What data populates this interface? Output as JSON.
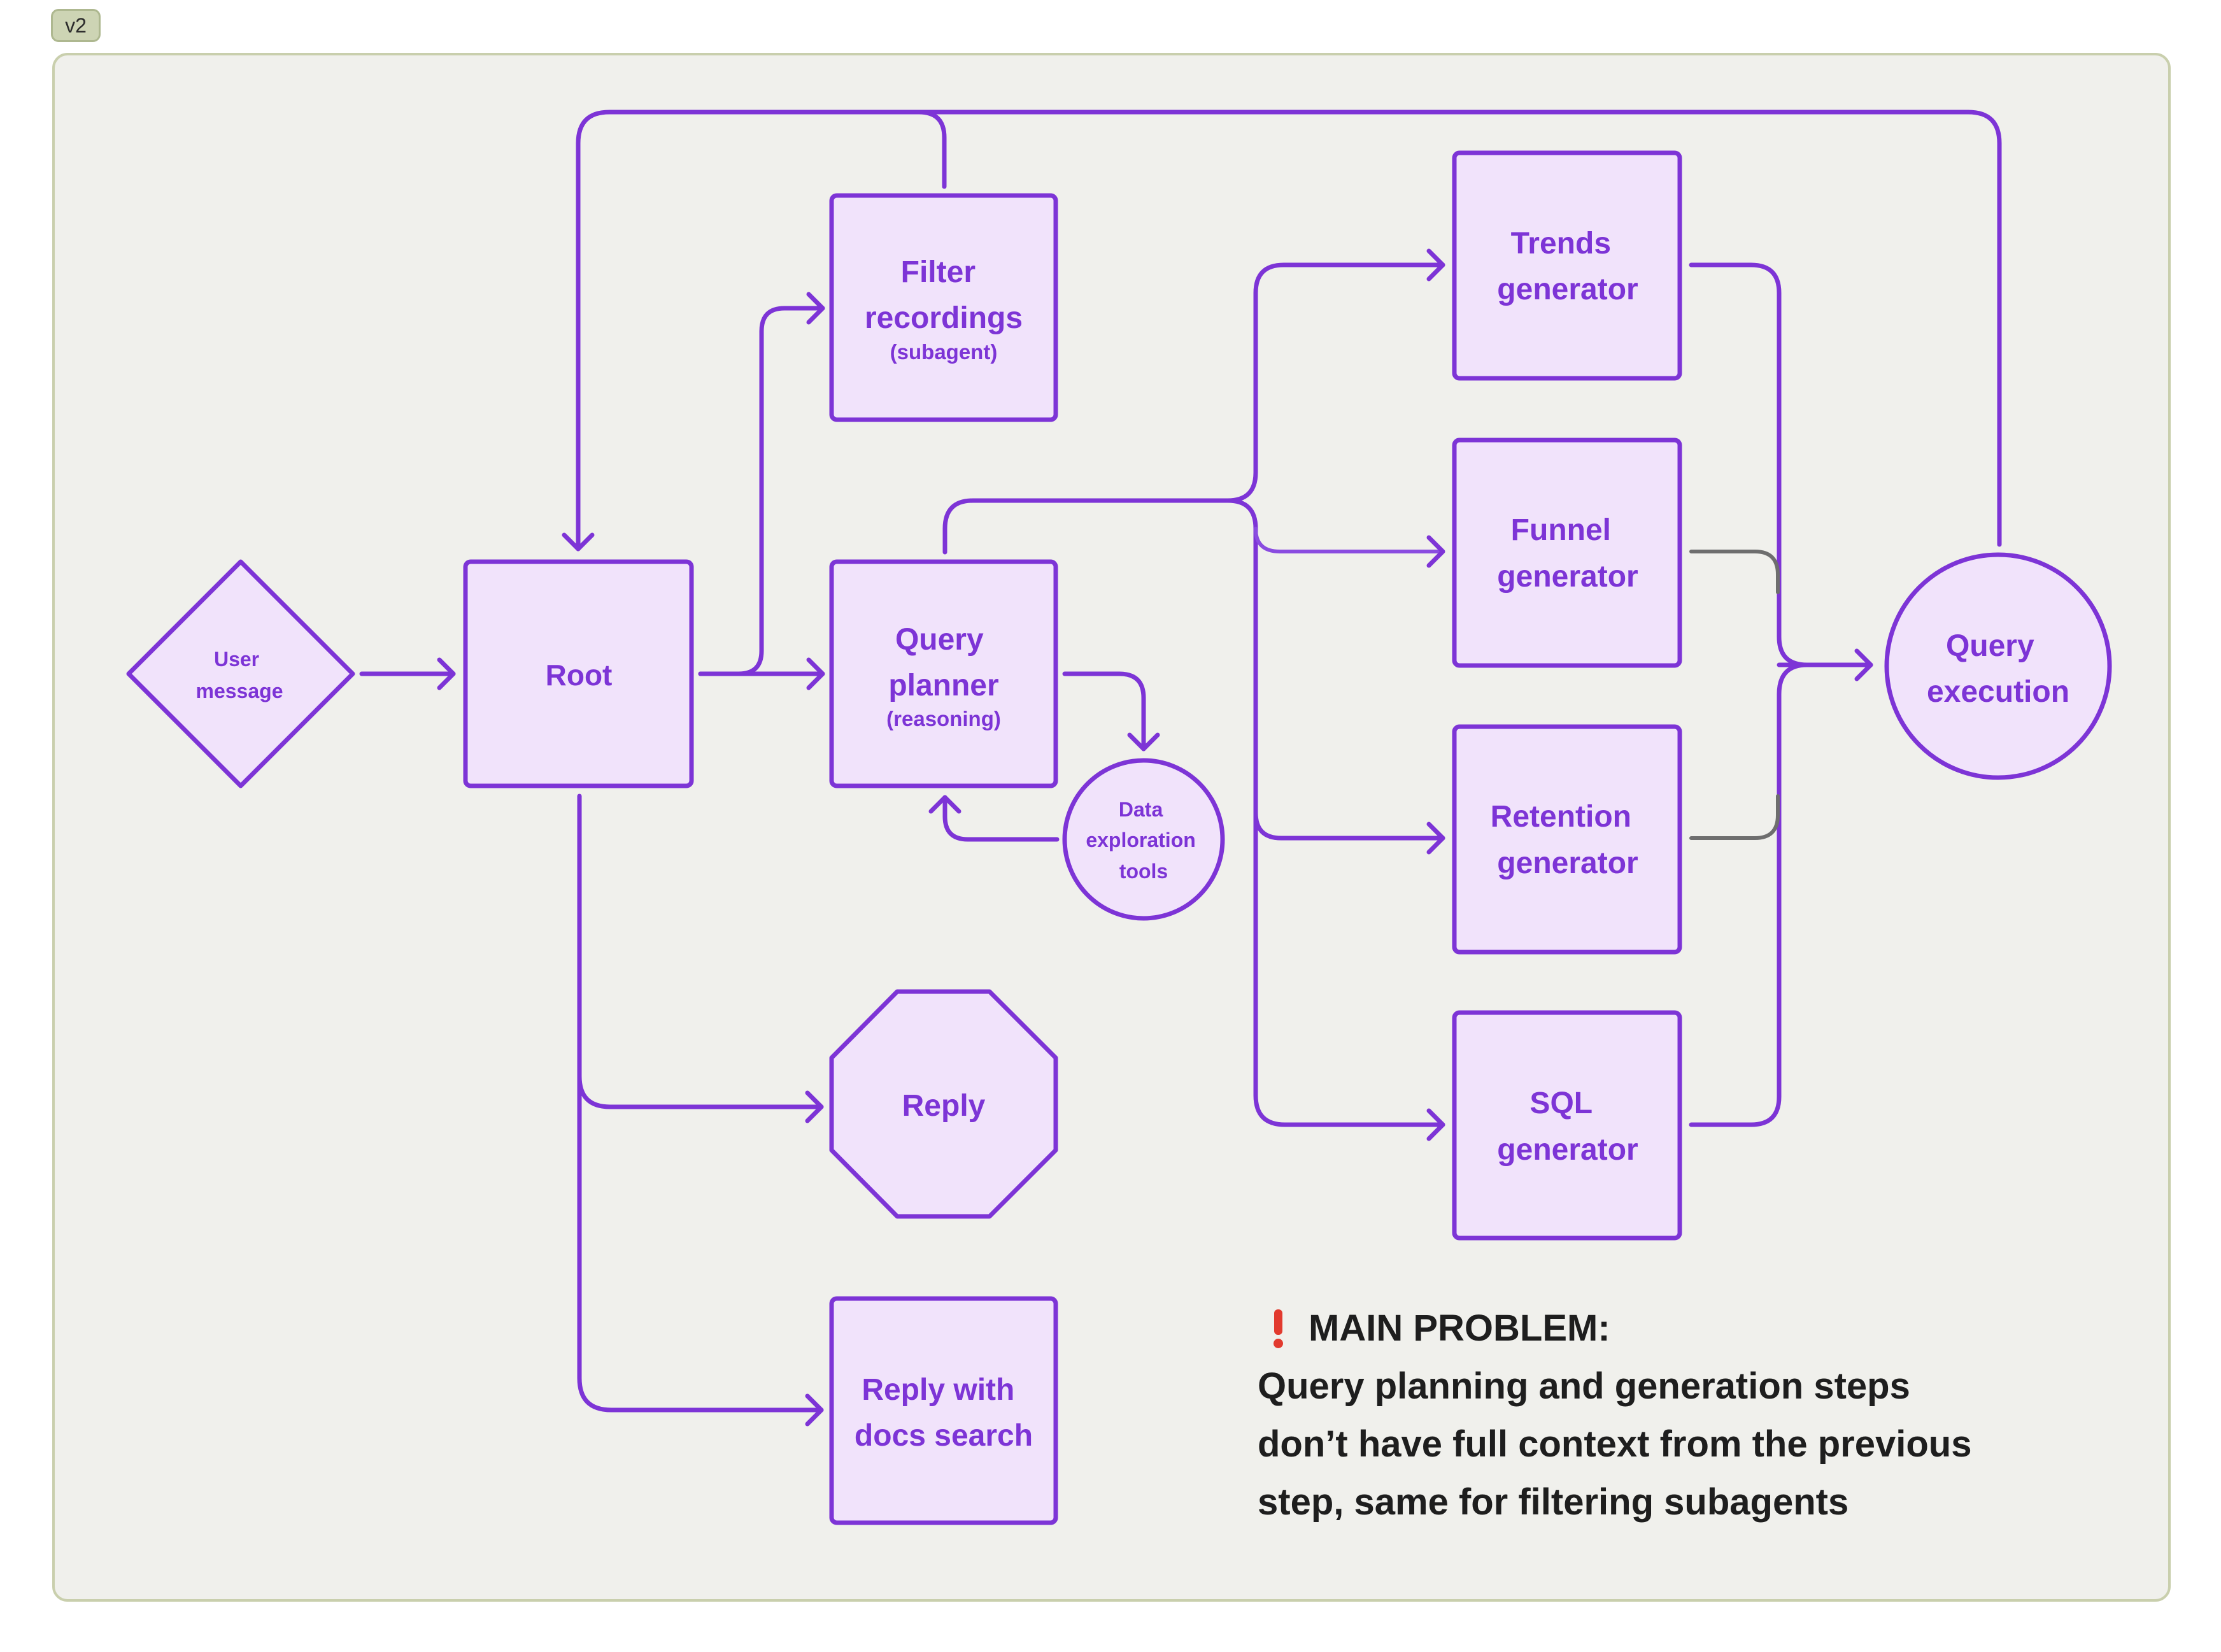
{
  "version_badge": "v2",
  "colors": {
    "purple": "#7d34d6",
    "fill": "#f1e3fb",
    "gray": "#6e6e6e",
    "canvas": "#f0f0ec"
  },
  "nodes": {
    "user_message": [
      "User",
      "message"
    ],
    "root": "Root",
    "filter": [
      "Filter",
      "recordings"
    ],
    "filter_sub": "(subagent)",
    "planner": [
      "Query",
      "planner"
    ],
    "planner_sub": "(reasoning)",
    "tools": [
      "Data",
      "exploration",
      "tools"
    ],
    "reply": "Reply",
    "docs": [
      "Reply with",
      "docs search"
    ],
    "trends": [
      "Trends",
      "generator"
    ],
    "funnel": [
      "Funnel",
      "generator"
    ],
    "retention": [
      "Retention",
      "generator"
    ],
    "sql": [
      "SQL",
      "generator"
    ],
    "execution": [
      "Query",
      "execution"
    ]
  },
  "note": {
    "heading": "MAIN PROBLEM:",
    "lines": [
      "Query planning and generation steps",
      "don’t have full context from the previous",
      "step, same for filtering subagents"
    ]
  }
}
